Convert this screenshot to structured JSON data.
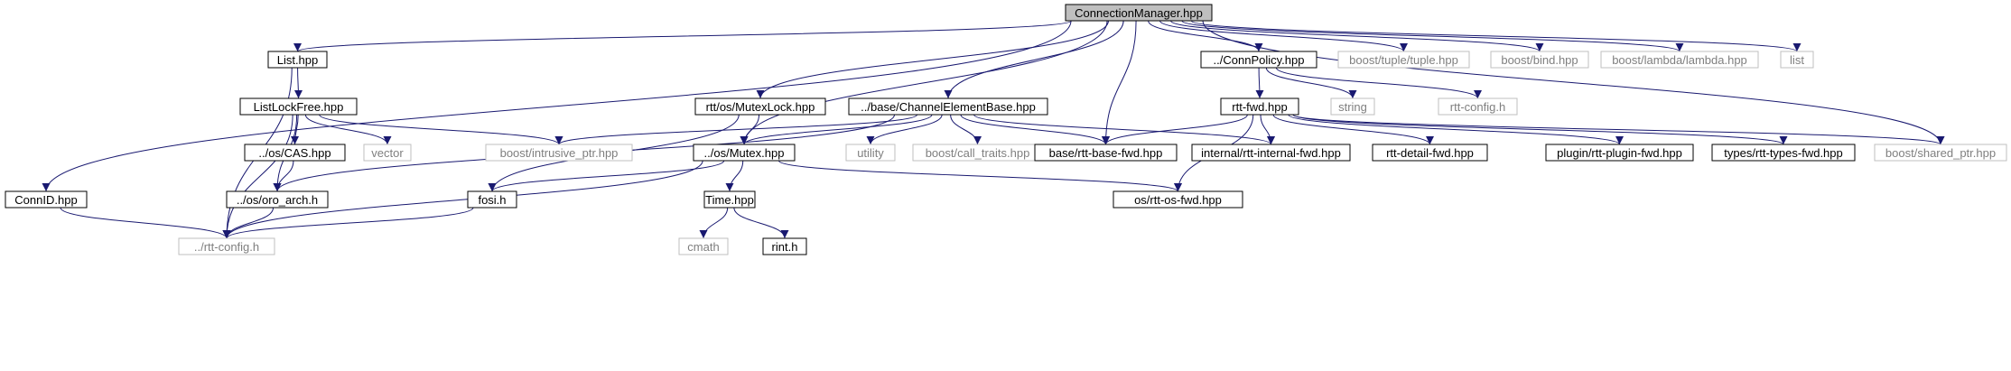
{
  "colors": {
    "edge": "#191970",
    "root_fill": "#bfbfbf",
    "internal_border": "#000000",
    "external_border": "#bfbfbf",
    "external_text": "#7f7f7f",
    "text": "#000000"
  },
  "nodes": [
    {
      "id": "root",
      "label": "ConnectionManager.hpp",
      "kind": "root"
    },
    {
      "id": "list_hpp",
      "label": "List.hpp",
      "kind": "internal"
    },
    {
      "id": "connpolicy",
      "label": "../ConnPolicy.hpp",
      "kind": "internal"
    },
    {
      "id": "tuple",
      "label": "boost/tuple/tuple.hpp",
      "kind": "external"
    },
    {
      "id": "bind",
      "label": "boost/bind.hpp",
      "kind": "external"
    },
    {
      "id": "lambda",
      "label": "boost/lambda/lambda.hpp",
      "kind": "external"
    },
    {
      "id": "list",
      "label": "list",
      "kind": "external"
    },
    {
      "id": "listlockfree",
      "label": "ListLockFree.hpp",
      "kind": "internal"
    },
    {
      "id": "mutexlock",
      "label": "rtt/os/MutexLock.hpp",
      "kind": "internal"
    },
    {
      "id": "channelelementbase",
      "label": "../base/ChannelElementBase.hpp",
      "kind": "internal"
    },
    {
      "id": "rttfwd",
      "label": "rtt-fwd.hpp",
      "kind": "internal"
    },
    {
      "id": "string",
      "label": "string",
      "kind": "external"
    },
    {
      "id": "rttconfig_small",
      "label": "rtt-config.h",
      "kind": "external"
    },
    {
      "id": "cas",
      "label": "../os/CAS.hpp",
      "kind": "internal"
    },
    {
      "id": "vector",
      "label": "vector",
      "kind": "external"
    },
    {
      "id": "intrusive",
      "label": "boost/intrusive_ptr.hpp",
      "kind": "external"
    },
    {
      "id": "mutex",
      "label": "../os/Mutex.hpp",
      "kind": "internal"
    },
    {
      "id": "utility",
      "label": "utility",
      "kind": "external"
    },
    {
      "id": "calltraits",
      "label": "boost/call_traits.hpp",
      "kind": "external"
    },
    {
      "id": "basefwd",
      "label": "base/rtt-base-fwd.hpp",
      "kind": "internal"
    },
    {
      "id": "internalfwd",
      "label": "internal/rtt-internal-fwd.hpp",
      "kind": "internal"
    },
    {
      "id": "detailfwd",
      "label": "rtt-detail-fwd.hpp",
      "kind": "internal"
    },
    {
      "id": "pluginfwd",
      "label": "plugin/rtt-plugin-fwd.hpp",
      "kind": "internal"
    },
    {
      "id": "typesfwd",
      "label": "types/rtt-types-fwd.hpp",
      "kind": "internal"
    },
    {
      "id": "sharedptr",
      "label": "boost/shared_ptr.hpp",
      "kind": "external"
    },
    {
      "id": "connid",
      "label": "ConnID.hpp",
      "kind": "internal"
    },
    {
      "id": "oroarch",
      "label": "../os/oro_arch.h",
      "kind": "internal"
    },
    {
      "id": "fosi",
      "label": "fosi.h",
      "kind": "internal"
    },
    {
      "id": "time",
      "label": "Time.hpp",
      "kind": "internal"
    },
    {
      "id": "osfwd",
      "label": "os/rtt-os-fwd.hpp",
      "kind": "internal"
    },
    {
      "id": "rttconfig",
      "label": "../rtt-config.h",
      "kind": "external"
    },
    {
      "id": "cmath",
      "label": "cmath",
      "kind": "external"
    },
    {
      "id": "rint",
      "label": "rint.h",
      "kind": "internal"
    }
  ],
  "edges": [
    [
      "root",
      "list_hpp"
    ],
    [
      "root",
      "connpolicy"
    ],
    [
      "root",
      "tuple"
    ],
    [
      "root",
      "bind"
    ],
    [
      "root",
      "lambda"
    ],
    [
      "root",
      "list"
    ],
    [
      "root",
      "mutexlock"
    ],
    [
      "root",
      "channelelementbase"
    ],
    [
      "root",
      "mutex"
    ],
    [
      "root",
      "basefwd"
    ],
    [
      "root",
      "connid"
    ],
    [
      "root",
      "sharedptr"
    ],
    [
      "list_hpp",
      "listlockfree"
    ],
    [
      "list_hpp",
      "rttconfig"
    ],
    [
      "listlockfree",
      "cas"
    ],
    [
      "listlockfree",
      "vector"
    ],
    [
      "listlockfree",
      "intrusive"
    ],
    [
      "listlockfree",
      "oroarch"
    ],
    [
      "listlockfree",
      "rttconfig"
    ],
    [
      "connpolicy",
      "rttfwd"
    ],
    [
      "connpolicy",
      "string"
    ],
    [
      "connpolicy",
      "rttconfig_small"
    ],
    [
      "rttfwd",
      "basefwd"
    ],
    [
      "rttfwd",
      "internalfwd"
    ],
    [
      "rttfwd",
      "detailfwd"
    ],
    [
      "rttfwd",
      "pluginfwd"
    ],
    [
      "rttfwd",
      "typesfwd"
    ],
    [
      "rttfwd",
      "osfwd"
    ],
    [
      "rttfwd",
      "sharedptr"
    ],
    [
      "mutexlock",
      "mutex"
    ],
    [
      "mutexlock",
      "fosi"
    ],
    [
      "channelelementbase",
      "intrusive"
    ],
    [
      "channelelementbase",
      "mutex"
    ],
    [
      "channelelementbase",
      "utility"
    ],
    [
      "channelelementbase",
      "calltraits"
    ],
    [
      "channelelementbase",
      "basefwd"
    ],
    [
      "channelelementbase",
      "internalfwd"
    ],
    [
      "channelelementbase",
      "oroarch"
    ],
    [
      "cas",
      "oroarch"
    ],
    [
      "mutex",
      "fosi"
    ],
    [
      "mutex",
      "time"
    ],
    [
      "mutex",
      "osfwd"
    ],
    [
      "mutex",
      "rttconfig"
    ],
    [
      "oroarch",
      "rttconfig"
    ],
    [
      "fosi",
      "rttconfig"
    ],
    [
      "connid",
      "rttconfig"
    ],
    [
      "time",
      "cmath"
    ],
    [
      "time",
      "rint"
    ]
  ]
}
